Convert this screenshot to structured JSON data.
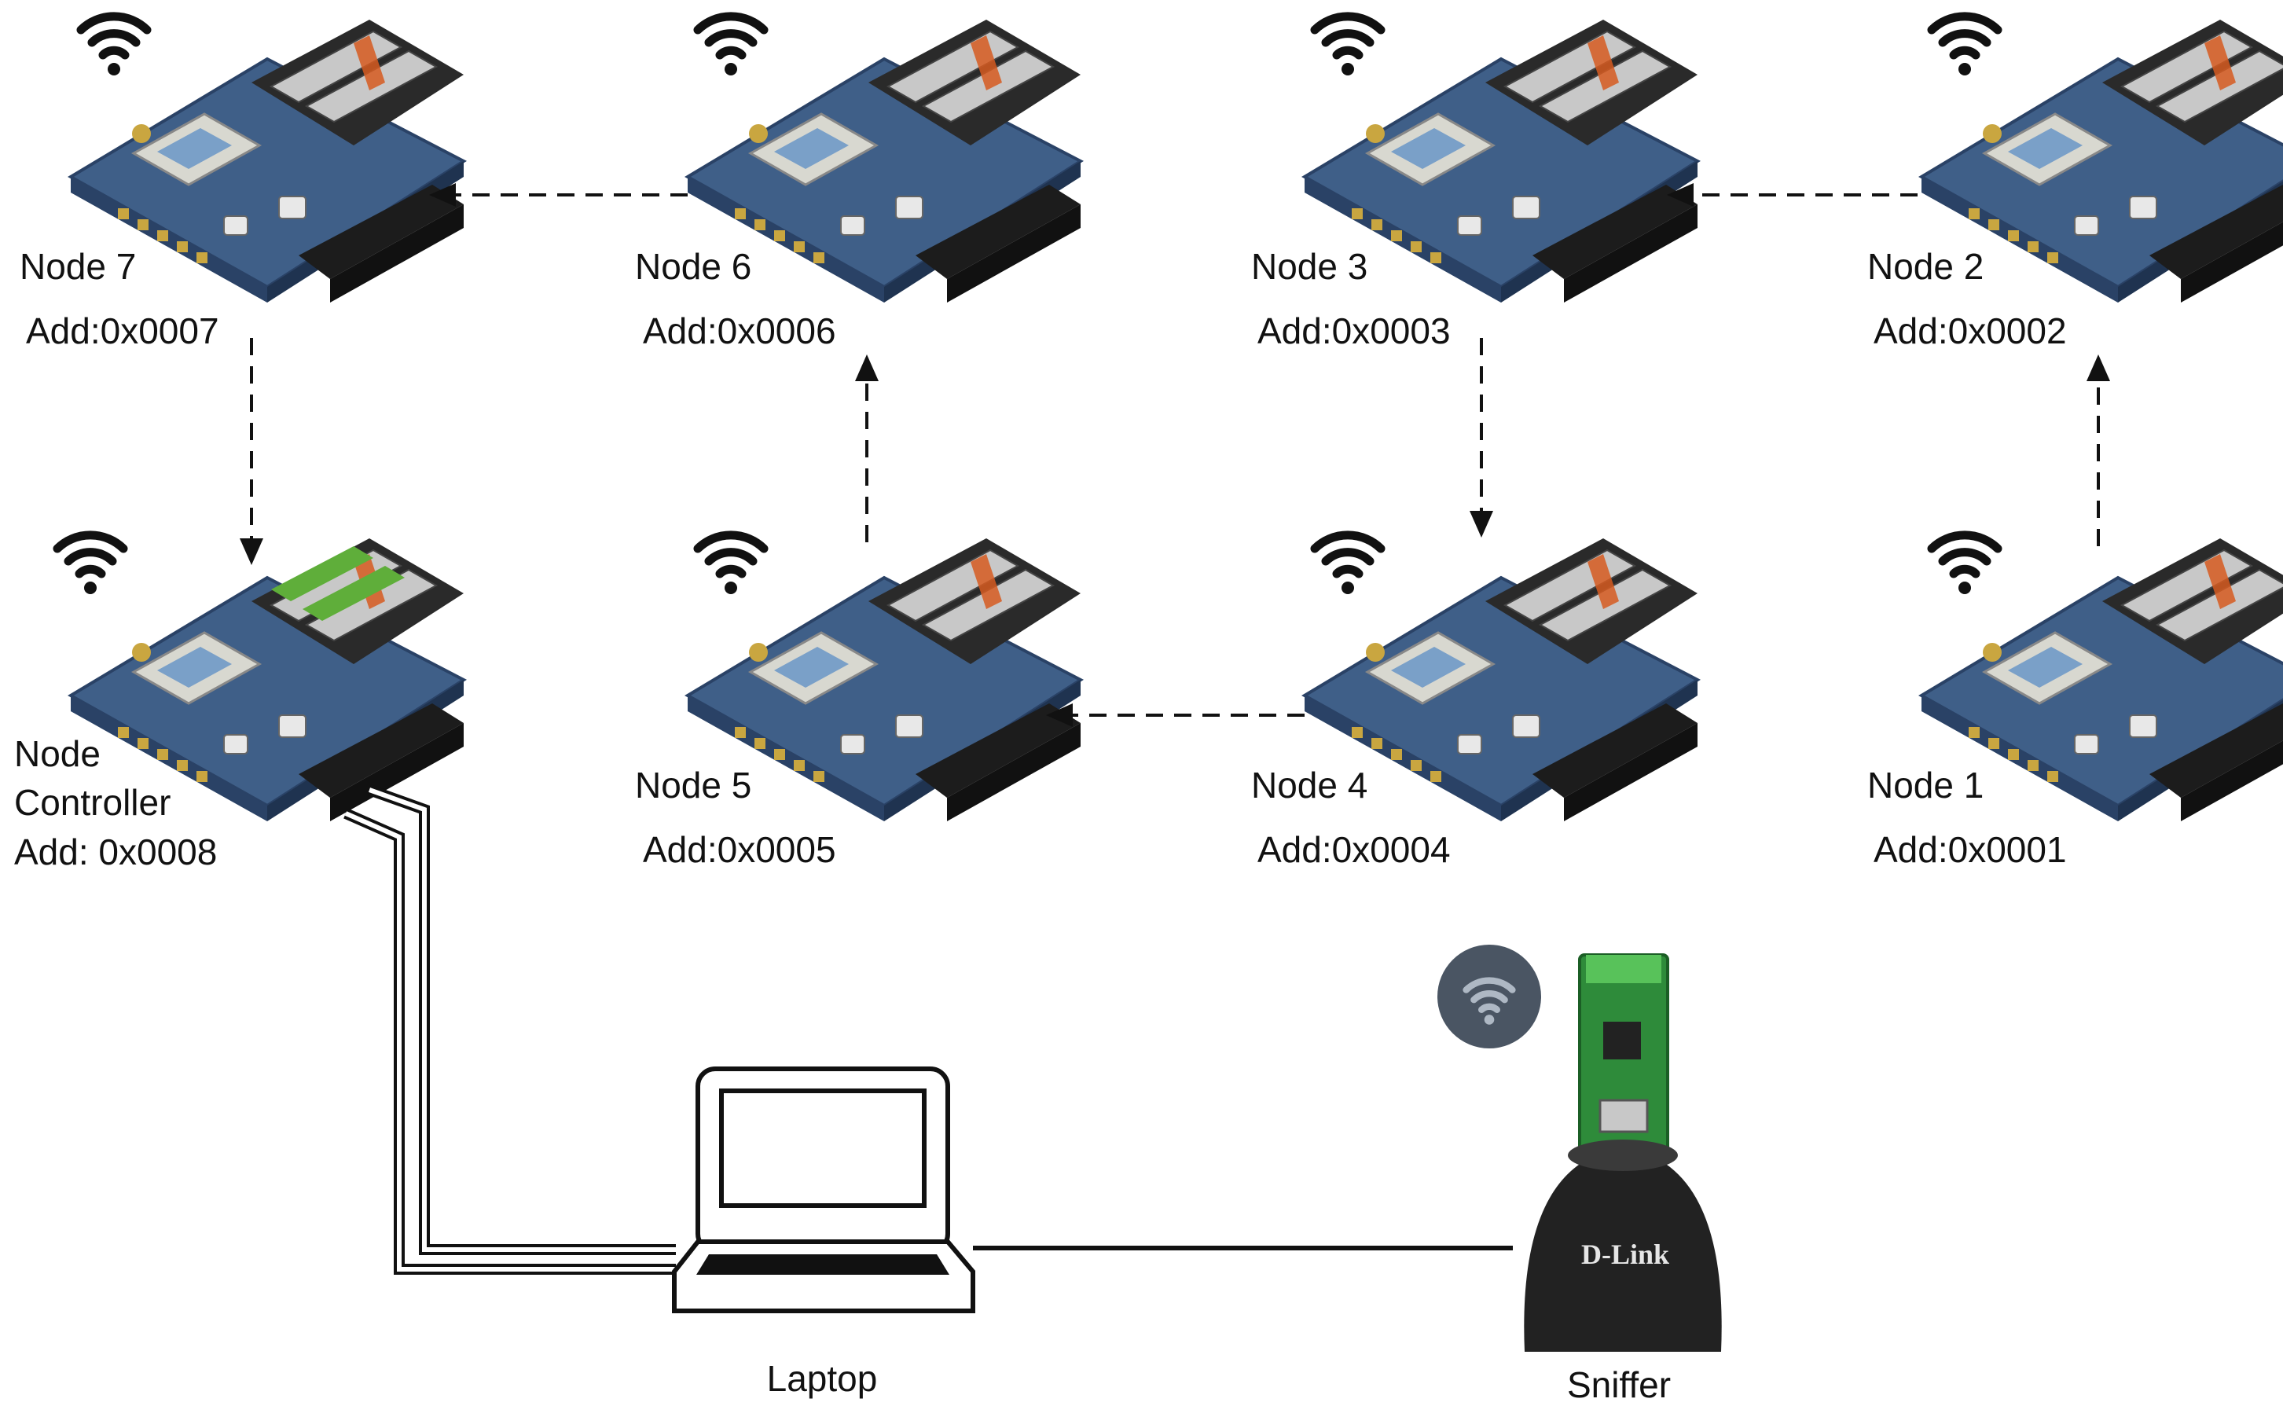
{
  "nodes": [
    {
      "id": "node7",
      "name": "Node 7",
      "addr": "Add:0x0007"
    },
    {
      "id": "node6",
      "name": "Node 6",
      "addr": "Add:0x0006"
    },
    {
      "id": "node3",
      "name": "Node 3",
      "addr": "Add:0x0003"
    },
    {
      "id": "node2",
      "name": "Node 2",
      "addr": "Add:0x0002"
    },
    {
      "id": "controller",
      "name_line1": "Node",
      "name_line2": "Controller",
      "addr": "Add: 0x0008"
    },
    {
      "id": "node5",
      "name": "Node 5",
      "addr": "Add:0x0005"
    },
    {
      "id": "node4",
      "name": "Node 4",
      "addr": "Add:0x0004"
    },
    {
      "id": "node1",
      "name": "Node 1",
      "addr": "Add:0x0001"
    }
  ],
  "laptop": {
    "label": "Laptop"
  },
  "sniffer": {
    "label": "Sniffer",
    "brand": "D-Link"
  },
  "links": [
    {
      "from": "node1",
      "to": "node2",
      "style": "dashed"
    },
    {
      "from": "node2",
      "to": "node3",
      "style": "dashed"
    },
    {
      "from": "node3",
      "to": "node4",
      "style": "dashed"
    },
    {
      "from": "node4",
      "to": "node5",
      "style": "dashed"
    },
    {
      "from": "node5",
      "to": "node6",
      "style": "dashed"
    },
    {
      "from": "node6",
      "to": "node7",
      "style": "dashed"
    },
    {
      "from": "node7",
      "to": "controller",
      "style": "dashed"
    },
    {
      "from": "controller",
      "to": "laptop",
      "style": "cable"
    },
    {
      "from": "laptop",
      "to": "sniffer",
      "style": "cable"
    }
  ],
  "colors": {
    "board": "#3f5f88",
    "board_edge": "#2a4266",
    "battery": "#2a2a2a",
    "battery_green": "#5fae3a",
    "connector": "#1c1c1c",
    "module": "#d8d8d0",
    "wifi": "#111111",
    "sniffer_badge": "#4a5563",
    "sniffer_pcb": "#2e8b3a",
    "sniffer_base": "#222222"
  }
}
